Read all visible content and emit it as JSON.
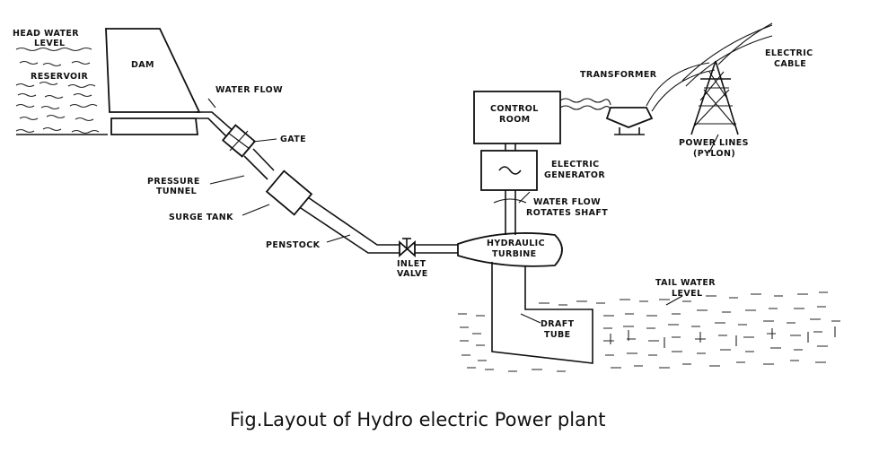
{
  "labels": {
    "head_water": "HEAD WATER",
    "level": "LEVEL",
    "reservoir": "RESERVOIR",
    "dam": "DAM",
    "water_flow": "WATER FLOW",
    "gate": "GATE",
    "pressure": "PRESSURE",
    "tunnel": "TUNNEL",
    "surge_tank": "SURGE TANK",
    "penstock": "PENSTOCK",
    "inlet": "INLET",
    "valve": "VALVE",
    "control": "CONTROL",
    "room": "ROOM",
    "electric": "ELECTRIC",
    "generator": "GENERATOR",
    "water_flow_rotates": "WATER FLOW",
    "rotates_shaft": "ROTATES SHAFT",
    "hydraulic": "HYDRAULIC",
    "turbine": "TURBINE",
    "transformer": "TRANSFORMER",
    "electric_cable_1": "ELECTRIC",
    "cable": "CABLE",
    "power_lines": "POWER LINES",
    "pylon": "(PYLON)",
    "tail_water": "TAIL WATER",
    "tail_level": "LEVEL",
    "draft": "DRAFT",
    "tube": "TUBE"
  },
  "caption": "Fig.Layout of Hydro electric Power plant"
}
